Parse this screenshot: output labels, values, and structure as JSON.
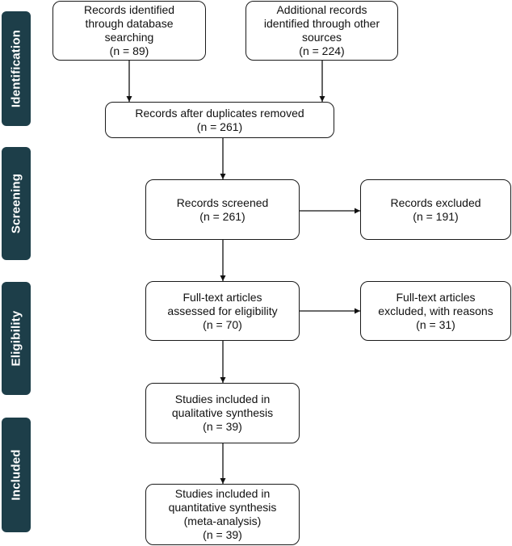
{
  "phases": {
    "identification": "Identification",
    "screening": "Screening",
    "eligibility": "Eligibility",
    "included": "Included"
  },
  "boxes": {
    "db_records": {
      "lines": [
        "Records identified",
        "through database",
        "searching",
        "(n = 89)"
      ]
    },
    "other_records": {
      "lines": [
        "Additional records",
        "identified through other",
        "sources",
        "(n = 224)"
      ]
    },
    "after_duplicates": {
      "lines": [
        "Records after duplicates removed",
        "(n = 261)"
      ]
    },
    "screened": {
      "lines": [
        "Records screened",
        "(n = 261)"
      ]
    },
    "excluded": {
      "lines": [
        "Records excluded",
        "(n = 191)"
      ]
    },
    "fulltext_assessed": {
      "lines": [
        "Full-text articles",
        "assessed for eligibility",
        "(n = 70)"
      ]
    },
    "fulltext_excluded": {
      "lines": [
        "Full-text articles",
        "excluded, with reasons",
        "(n = 31)"
      ]
    },
    "qualitative": {
      "lines": [
        "Studies included in",
        "qualitative synthesis",
        "(n = 39)"
      ]
    },
    "quantitative": {
      "lines": [
        "Studies included in",
        "quantitative synthesis",
        "(meta-analysis)",
        "(n = 39)"
      ]
    }
  }
}
